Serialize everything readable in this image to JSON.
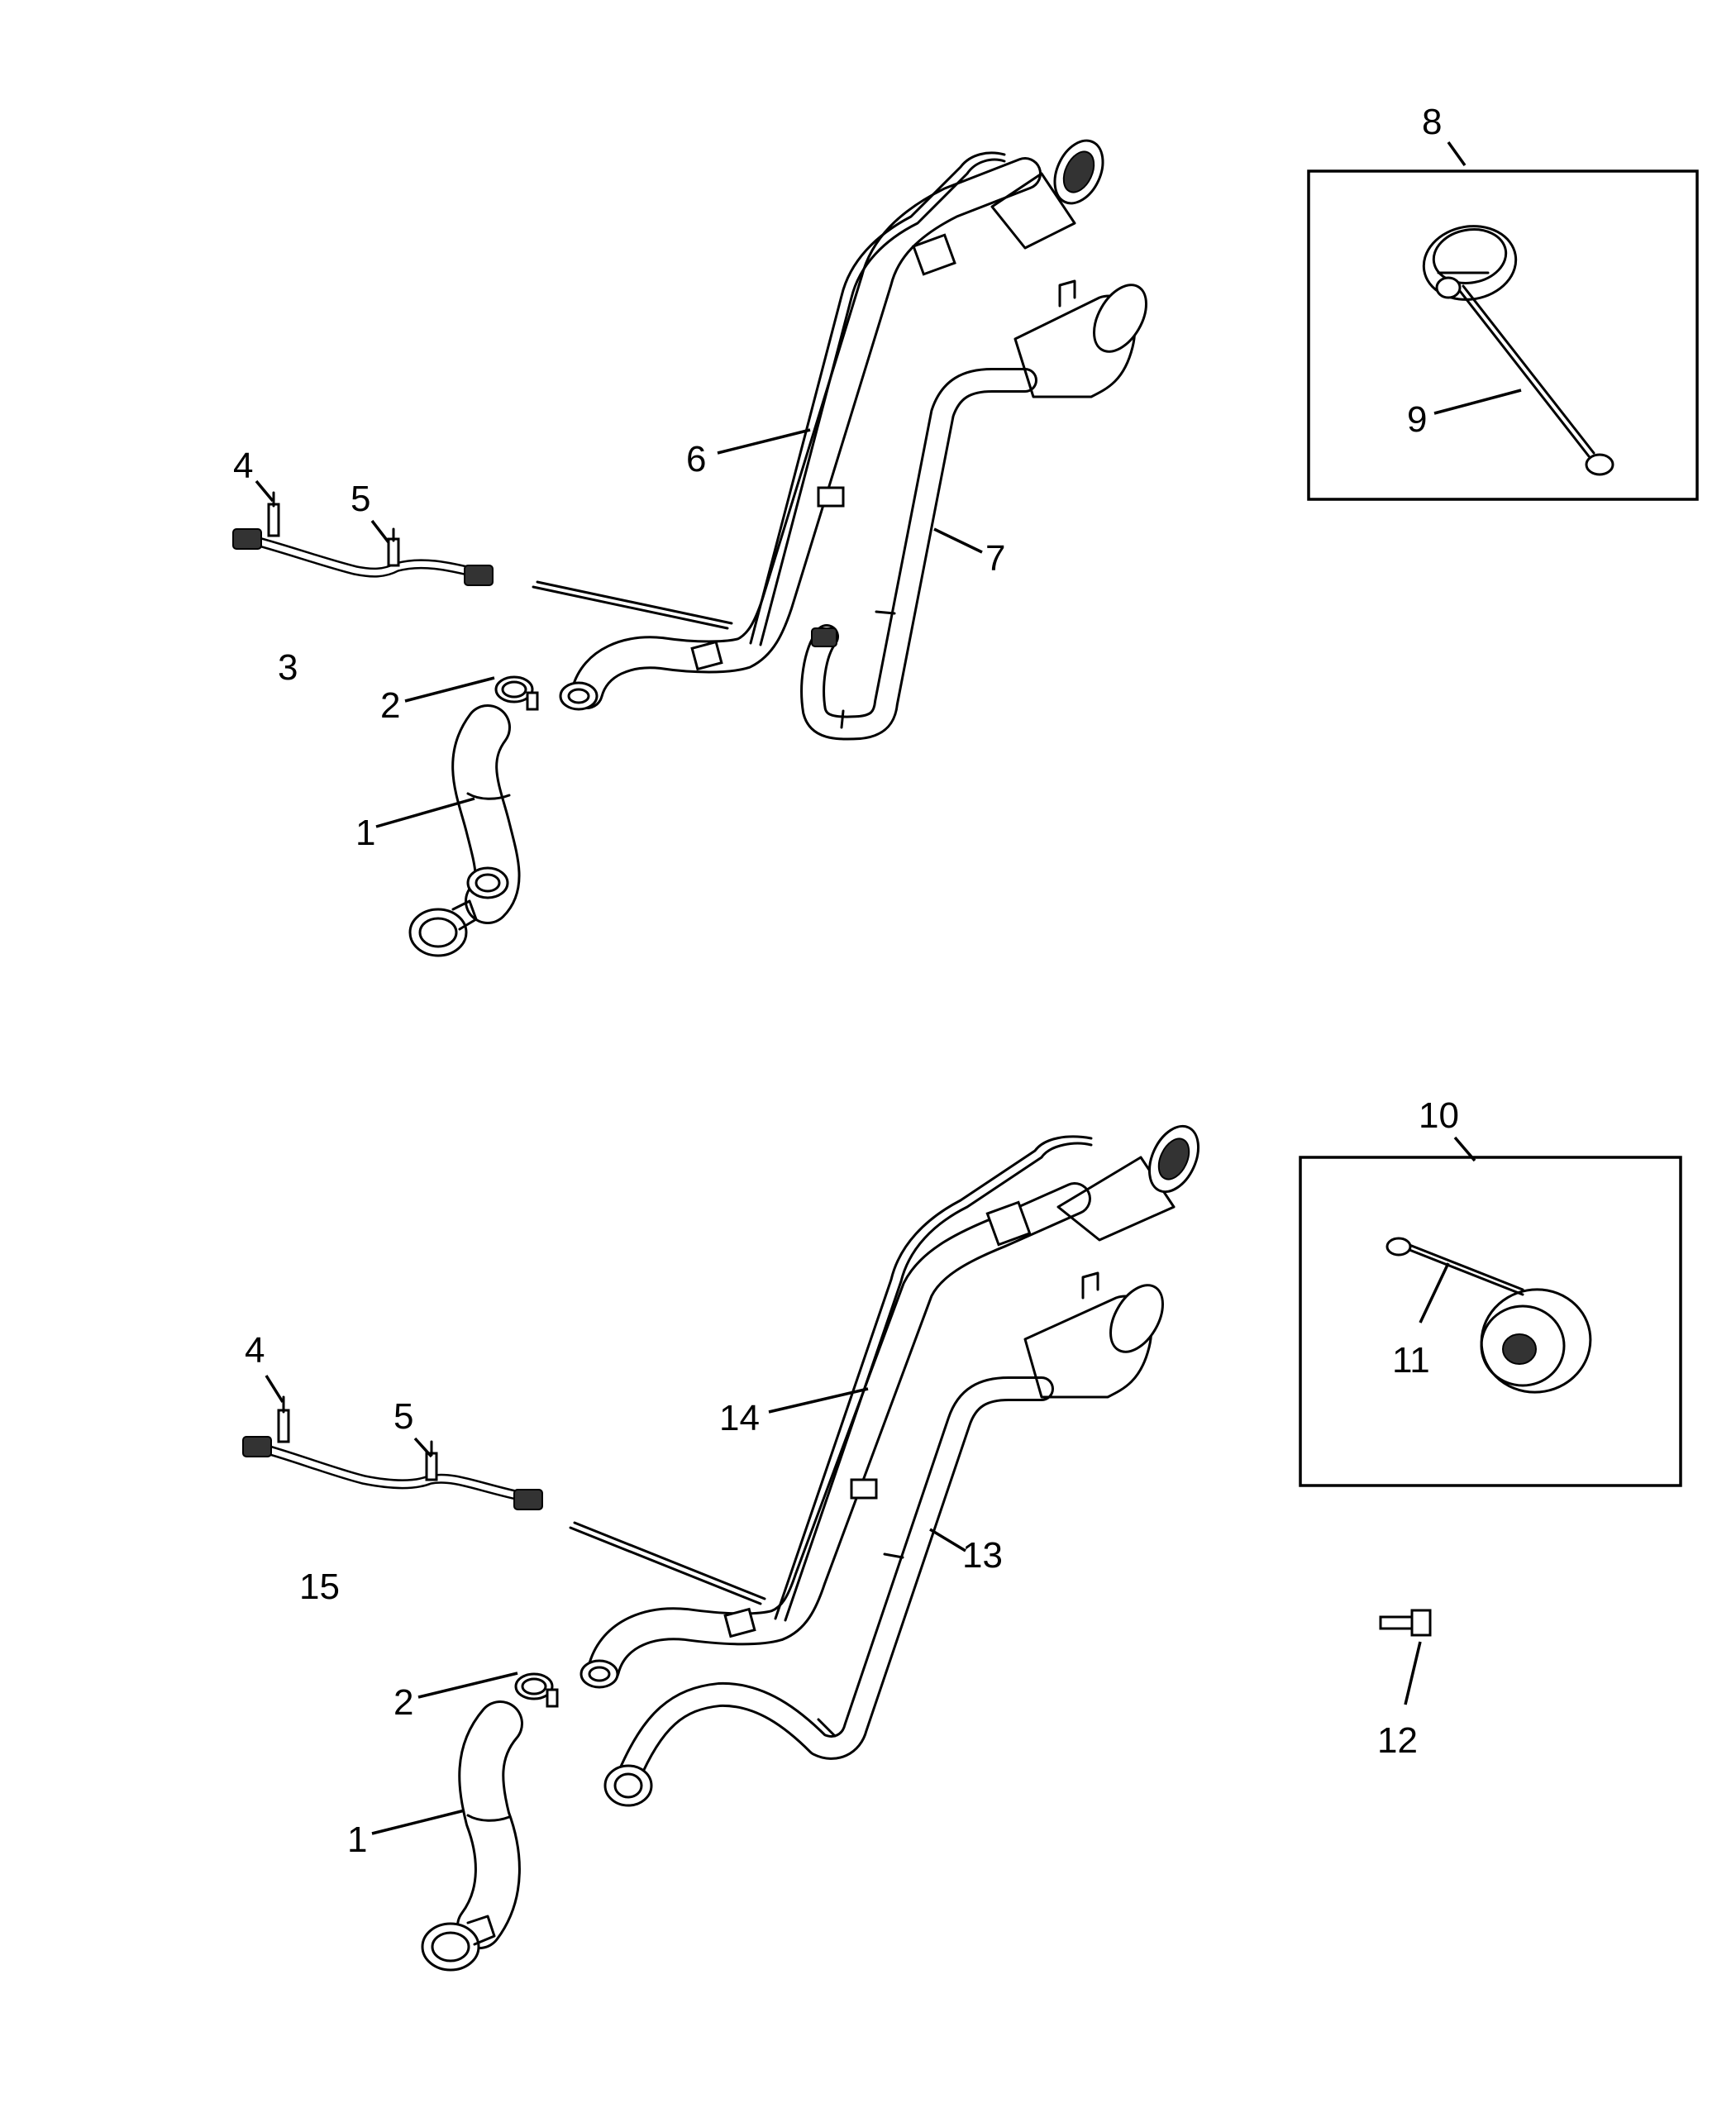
{
  "callouts": {
    "top": {
      "c1": "1",
      "c2": "2",
      "c3": "3",
      "c4": "4",
      "c5": "5",
      "c6": "6",
      "c7": "7",
      "c8": "8",
      "c9": "9"
    },
    "bottom": {
      "c1": "1",
      "c2": "2",
      "c4": "4",
      "c5": "5",
      "c10": "10",
      "c11": "11",
      "c12": "12",
      "c13": "13",
      "c14": "14",
      "c15": "15"
    }
  }
}
